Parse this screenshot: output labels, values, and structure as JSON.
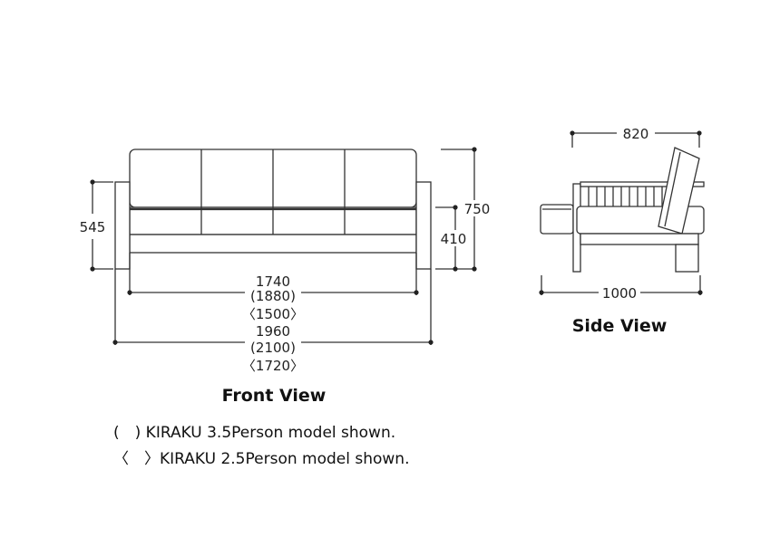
{
  "front_view": {
    "title": "Front View",
    "dims": {
      "seat_width": "1740",
      "seat_width_35": "(1880)",
      "seat_width_25": "〈1500〉",
      "total_width": "1960",
      "total_width_35": "(2100)",
      "total_width_25": "〈1720〉",
      "arm_height": "545",
      "total_height": "750",
      "seat_height": "410"
    }
  },
  "side_view": {
    "title": "Side View",
    "dims": {
      "depth_top": "820",
      "depth_total": "1000"
    }
  },
  "notes": [
    "(　) KIRAKU 3.5Person model shown.",
    "〈　〉KIRAKU 2.5Person model shown."
  ],
  "colors": {
    "line": "#333333",
    "text": "#111111"
  }
}
